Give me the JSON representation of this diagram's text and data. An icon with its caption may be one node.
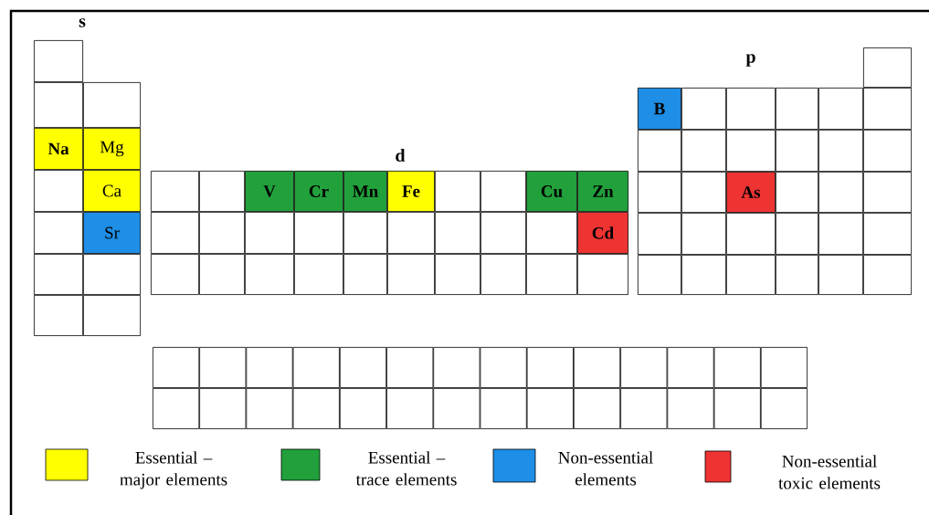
{
  "diagram": {
    "nodes": [
      {
        "text": [],
        "shape": "box"
      },
      {
        "text": [],
        "shape": "box"
      },
      {
        "text": [],
        "shape": "box"
      },
      {
        "text": [],
        "shape": "box"
      },
      {
        "text": [
          "B"
        ]
      },
      {
        "text": [],
        "shape": "box"
      },
      {
        "text": [],
        "shape": "box"
      },
      {
        "text": [],
        "shape": "box"
      },
      {
        "text": [],
        "shape": "box"
      },
      {
        "text": [],
        "shape": "box"
      },
      {
        "text": [
          "Na"
        ]
      },
      {
        "text": [
          "Mg"
        ]
      },
      {
        "text": [],
        "shape": "box"
      },
      {
        "text": [],
        "shape": "box"
      },
      {
        "text": [],
        "shape": "box"
      },
      {
        "text": [],
        "shape": "box"
      },
      {
        "text": [],
        "shape": "box"
      },
      {
        "text": [],
        "shape": "box"
      },
      {
        "text": [],
        "shape": "box"
      },
      {
        "text": [
          "Ca"
        ]
      },
      {
        "text": [],
        "shape": "box"
      },
      {
        "text": [],
        "shape": "box"
      },
      {
        "text": [
          "V"
        ]
      },
      {
        "text": [
          "Cr"
        ]
      },
      {
        "text": [
          "Mn"
        ]
      },
      {
        "text": [
          "Fe"
        ]
      },
      {
        "text": [],
        "shape": "box"
      },
      {
        "text": [],
        "shape": "box"
      },
      {
        "text": [
          "Cu"
        ]
      },
      {
        "text": [
          "Zn"
        ]
      },
      {
        "text": [],
        "shape": "box"
      },
      {
        "text": [],
        "shape": "box"
      },
      {
        "text": [
          "As"
        ]
      },
      {
        "text": [],
        "shape": "box"
      },
      {
        "text": [],
        "shape": "box"
      },
      {
        "text": [],
        "shape": "box"
      },
      {
        "text": [],
        "shape": "box"
      },
      {
        "text": [
          "Sr"
        ]
      },
      {
        "text": [],
        "shape": "box"
      },
      {
        "text": [],
        "shape": "box"
      },
      {
        "text": [],
        "shape": "box"
      },
      {
        "text": [],
        "shape": "box"
      },
      {
        "text": [],
        "shape": "box"
      },
      {
        "text": [],
        "shape": "box"
      },
      {
        "text": [],
        "shape": "box"
      },
      {
        "text": [],
        "shape": "box"
      },
      {
        "text": [],
        "shape": "box"
      },
      {
        "text": [
          "Cd"
        ]
      },
      {
        "text": [],
        "shape": "box"
      },
      {
        "text": [],
        "shape": "box"
      },
      {
        "text": [],
        "shape": "box"
      },
      {
        "text": [],
        "shape": "box"
      },
      {
        "text": [],
        "shape": "box"
      },
      {
        "text": [],
        "shape": "box"
      },
      {
        "text": [],
        "shape": "box"
      },
      {
        "text": [],
        "shape": "box"
      },
      {
        "text": [],
        "shape": "box"
      },
      {
        "text": [],
        "shape": "box"
      },
      {
        "text": [],
        "shape": "box"
      },
      {
        "text": [],
        "shape": "box"
      },
      {
        "text": [],
        "shape": "box"
      },
      {
        "text": [],
        "shape": "box"
      },
      {
        "text": [],
        "shape": "box"
      },
      {
        "text": [],
        "shape": "box"
      },
      {
        "text": [],
        "shape": "box"
      },
      {
        "text": [],
        "shape": "box"
      },
      {
        "text": [],
        "shape": "box"
      },
      {
        "text": [],
        "shape": "box"
      },
      {
        "text": [],
        "shape": "box"
      },
      {
        "text": [],
        "shape": "box"
      },
      {
        "text": [],
        "shape": "box"
      },
      {
        "text": [],
        "shape": "box"
      },
      {
        "text": [],
        "shape": "box"
      },
      {
        "text": [],
        "shape": "box"
      },
      {
        "text": [],
        "shape": "box"
      },
      {
        "text": [],
        "shape": "box"
      },
      {
        "text": [],
        "shape": "box"
      },
      {
        "text": [],
        "shape": "box"
      },
      {
        "text": [],
        "shape": "box"
      },
      {
        "text": [],
        "shape": "box"
      },
      {
        "text": [],
        "shape": "box"
      },
      {
        "text": [],
        "shape": "box"
      },
      {
        "text": [],
        "shape": "box"
      },
      {
        "text": [],
        "shape": "box"
      },
      {
        "text": [],
        "shape": "box"
      },
      {
        "text": [],
        "shape": "box"
      },
      {
        "text": [],
        "shape": "box"
      },
      {
        "text": [],
        "shape": "box"
      },
      {
        "text": [],
        "shape": "box"
      },
      {
        "text": [],
        "shape": "box"
      },
      {
        "text": [],
        "shape": "box"
      },
      {
        "text": [],
        "shape": "box"
      },
      {
        "text": [],
        "shape": "box"
      },
      {
        "text": [],
        "shape": "box"
      },
      {
        "text": [],
        "shape": "box"
      },
      {
        "text": [],
        "shape": "box"
      },
      {
        "text": [],
        "shape": "box"
      },
      {
        "text": [],
        "shape": "box"
      },
      {
        "text": [],
        "shape": "box"
      },
      {
        "text": [],
        "shape": "box"
      },
      {
        "text": [],
        "shape": "box"
      },
      {
        "text": [],
        "shape": "box"
      }
    ],
    "labels": [
      "s",
      "d",
      "p"
    ],
    "legend": [
      {
        "text": "Essential – major elements",
        "color": "#ffff00"
      },
      {
        "text": "Essential – trace elements",
        "color": "#22a03c"
      },
      {
        "text": "Non-essential elements",
        "color": "#1e8ee6"
      },
      {
        "text": "Non-essential toxic elements",
        "color": "#ee3333"
      }
    ]
  }
}
